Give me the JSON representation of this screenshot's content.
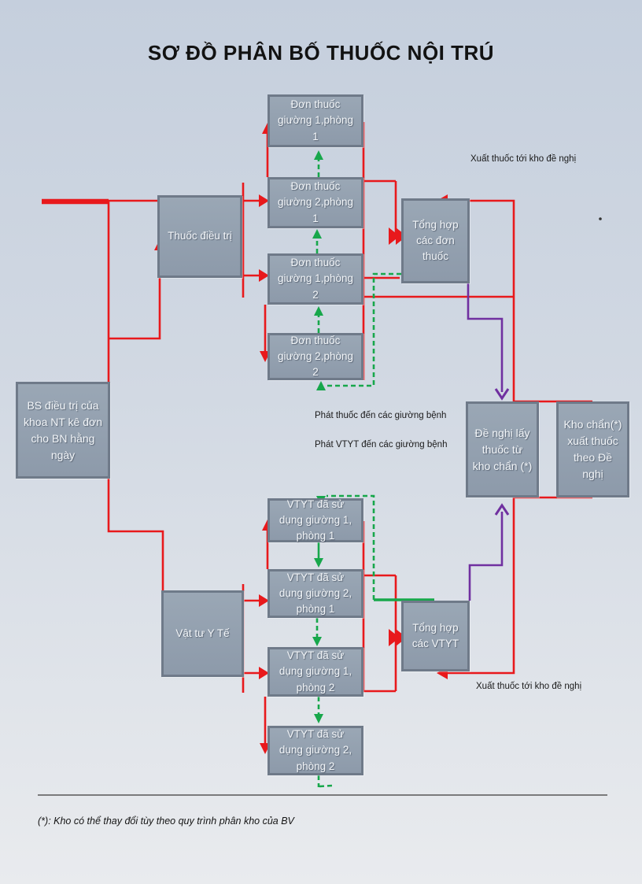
{
  "title": "SƠ ĐỒ PHÂN BỐ THUỐC NỘI TRÚ",
  "colors": {
    "flow_red": "#e8191c",
    "flow_green": "#17a74b",
    "flow_purple": "#7030a0",
    "box_fill": "#8d9aaa",
    "box_fill_light": "#9aa7b5",
    "box_border": "#6f7a89",
    "box_text": "#f3f6f9",
    "bg_top": "#c5cfdd",
    "bg_bottom": "#e9ebee",
    "label_ink": "#1a1a1a"
  },
  "boxes": {
    "thuoc_dieu_tri": "Thuốc điều trị",
    "don_thuoc": [
      "Đơn thuốc giường 1,phòng 1",
      "Đơn thuốc giường 2,phòng 1",
      "Đơn thuốc giường 1,phòng 2",
      "Đơn thuốc giường 2,phòng 2"
    ],
    "tong_hop_don_thuoc": "Tổng hợp các đơn thuốc",
    "bs_dieu_tri": "BS điều trị của khoa NT kê đơn cho BN hằng ngày",
    "de_nghi": "Đề nghị lấy thuốc từ kho chẩn (*)",
    "kho_chan": "Kho chẩn(*) xuất thuốc theo Đề nghị",
    "vat_tu": "Vật tư Y Tế",
    "vtyt": [
      "VTYT đã sử dụng giường 1, phòng 1",
      "VTYT đã sử dụng giường 2, phòng 1",
      "VTYT đã sử dụng giường 1, phòng 2",
      "VTYT đã sử dụng giường 2, phòng 2"
    ],
    "tong_hop_vtyt": "Tổng hợp các VTYT"
  },
  "labels": {
    "xuat_thuoc_top": "Xuất thuốc tới kho đề nghị",
    "phat_thuoc": "Phát thuốc đến các giường bệnh",
    "phat_vtyt": "Phát VTYT đến các giường bệnh",
    "xuat_thuoc_bottom": "Xuất thuốc tới kho đề nghị",
    "footnote": "(*): Kho có thể thay đổi tùy theo quy trình phân kho của BV"
  }
}
